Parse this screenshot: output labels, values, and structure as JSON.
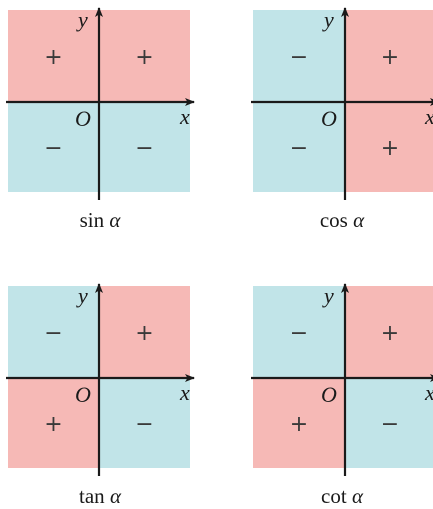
{
  "colors": {
    "positive": "#f6b9b6",
    "negative": "#c1e4e8",
    "axis": "#1a1a1a",
    "sign_text": "#3a3a3a"
  },
  "axis_labels": {
    "x": "x",
    "y": "y",
    "origin": "O"
  },
  "panels": [
    {
      "id": "sin",
      "name": "sin",
      "var": "α",
      "quadrants": {
        "q1": {
          "sign": "+",
          "positive": true
        },
        "q2": {
          "sign": "+",
          "positive": true
        },
        "q3": {
          "sign": "−",
          "positive": false
        },
        "q4": {
          "sign": "−",
          "positive": false
        }
      }
    },
    {
      "id": "cos",
      "name": "cos",
      "var": "α",
      "quadrants": {
        "q1": {
          "sign": "+",
          "positive": true
        },
        "q2": {
          "sign": "−",
          "positive": false
        },
        "q3": {
          "sign": "−",
          "positive": false
        },
        "q4": {
          "sign": "+",
          "positive": true
        }
      }
    },
    {
      "id": "tan",
      "name": "tan",
      "var": "α",
      "quadrants": {
        "q1": {
          "sign": "+",
          "positive": true
        },
        "q2": {
          "sign": "−",
          "positive": false
        },
        "q3": {
          "sign": "+",
          "positive": true
        },
        "q4": {
          "sign": "−",
          "positive": false
        }
      }
    },
    {
      "id": "cot",
      "name": "cot",
      "var": "α",
      "quadrants": {
        "q1": {
          "sign": "+",
          "positive": true
        },
        "q2": {
          "sign": "−",
          "positive": false
        },
        "q3": {
          "sign": "+",
          "positive": true
        },
        "q4": {
          "sign": "−",
          "positive": false
        }
      }
    }
  ]
}
